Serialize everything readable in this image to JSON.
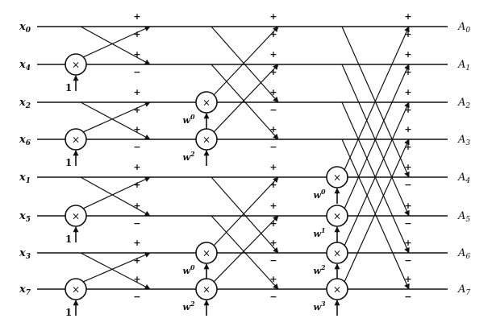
{
  "inputs": [
    {
      "base": "x",
      "sub": "0"
    },
    {
      "base": "x",
      "sub": "4"
    },
    {
      "base": "x",
      "sub": "2"
    },
    {
      "base": "x",
      "sub": "6"
    },
    {
      "base": "x",
      "sub": "1"
    },
    {
      "base": "x",
      "sub": "5"
    },
    {
      "base": "x",
      "sub": "3"
    },
    {
      "base": "x",
      "sub": "7"
    }
  ],
  "outputs": [
    {
      "base": "A",
      "sub": "0"
    },
    {
      "base": "A",
      "sub": "1"
    },
    {
      "base": "A",
      "sub": "2"
    },
    {
      "base": "A",
      "sub": "3"
    },
    {
      "base": "A",
      "sub": "4"
    },
    {
      "base": "A",
      "sub": "5"
    },
    {
      "base": "A",
      "sub": "6"
    },
    {
      "base": "A",
      "sub": "7"
    }
  ],
  "symbols": {
    "plus": "+",
    "minus": "−",
    "times": "×",
    "unity": "1"
  },
  "stages": [
    {
      "group_size": 2,
      "multipliers": [
        {
          "row": 1,
          "label": "1",
          "sup": ""
        },
        {
          "row": 3,
          "label": "1",
          "sup": ""
        },
        {
          "row": 5,
          "label": "1",
          "sup": ""
        },
        {
          "row": 7,
          "label": "1",
          "sup": ""
        }
      ]
    },
    {
      "group_size": 4,
      "multipliers": [
        {
          "row": 2,
          "label": "w",
          "sup": "0"
        },
        {
          "row": 3,
          "label": "w",
          "sup": "2"
        },
        {
          "row": 6,
          "label": "w",
          "sup": "0"
        },
        {
          "row": 7,
          "label": "w",
          "sup": "2"
        }
      ]
    },
    {
      "group_size": 8,
      "multipliers": [
        {
          "row": 4,
          "label": "w",
          "sup": "0"
        },
        {
          "row": 5,
          "label": "w",
          "sup": "1"
        },
        {
          "row": 6,
          "label": "w",
          "sup": "2"
        },
        {
          "row": 7,
          "label": "w",
          "sup": "3"
        }
      ]
    }
  ]
}
